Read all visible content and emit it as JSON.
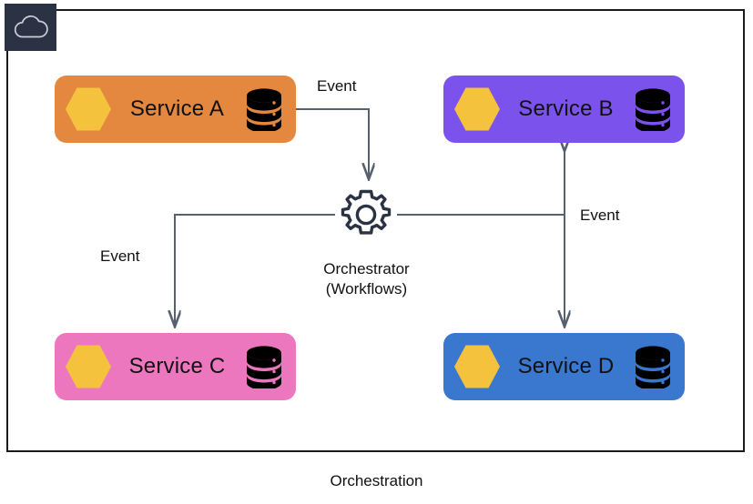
{
  "diagram": {
    "caption": "Orchestration",
    "cloud_icon": "cloud-icon",
    "border_color": "#1a1a1a",
    "badge_color": "#2b3243"
  },
  "services": [
    {
      "id": "a",
      "label": "Service A",
      "color": "#e4883f",
      "hex_color": "#f5c23e",
      "db_icon": "database-icon"
    },
    {
      "id": "b",
      "label": "Service B",
      "color": "#7b53ec",
      "hex_color": "#f5c23e",
      "db_icon": "database-icon"
    },
    {
      "id": "c",
      "label": "Service C",
      "color": "#ec77bf",
      "hex_color": "#f5c23e",
      "db_icon": "database-icon"
    },
    {
      "id": "d",
      "label": "Service D",
      "color": "#3a78d0",
      "hex_color": "#f5c23e",
      "db_icon": "database-icon"
    }
  ],
  "orchestrator": {
    "icon": "gear-icon",
    "title": "Orchestrator",
    "subtitle": "(Workflows)",
    "color": "#2b3243"
  },
  "connectors": {
    "a_to_orchestrator": "Event",
    "orchestrator_to_c": "Event",
    "orchestrator_b_d": "Event",
    "line_color": "#56606e"
  }
}
